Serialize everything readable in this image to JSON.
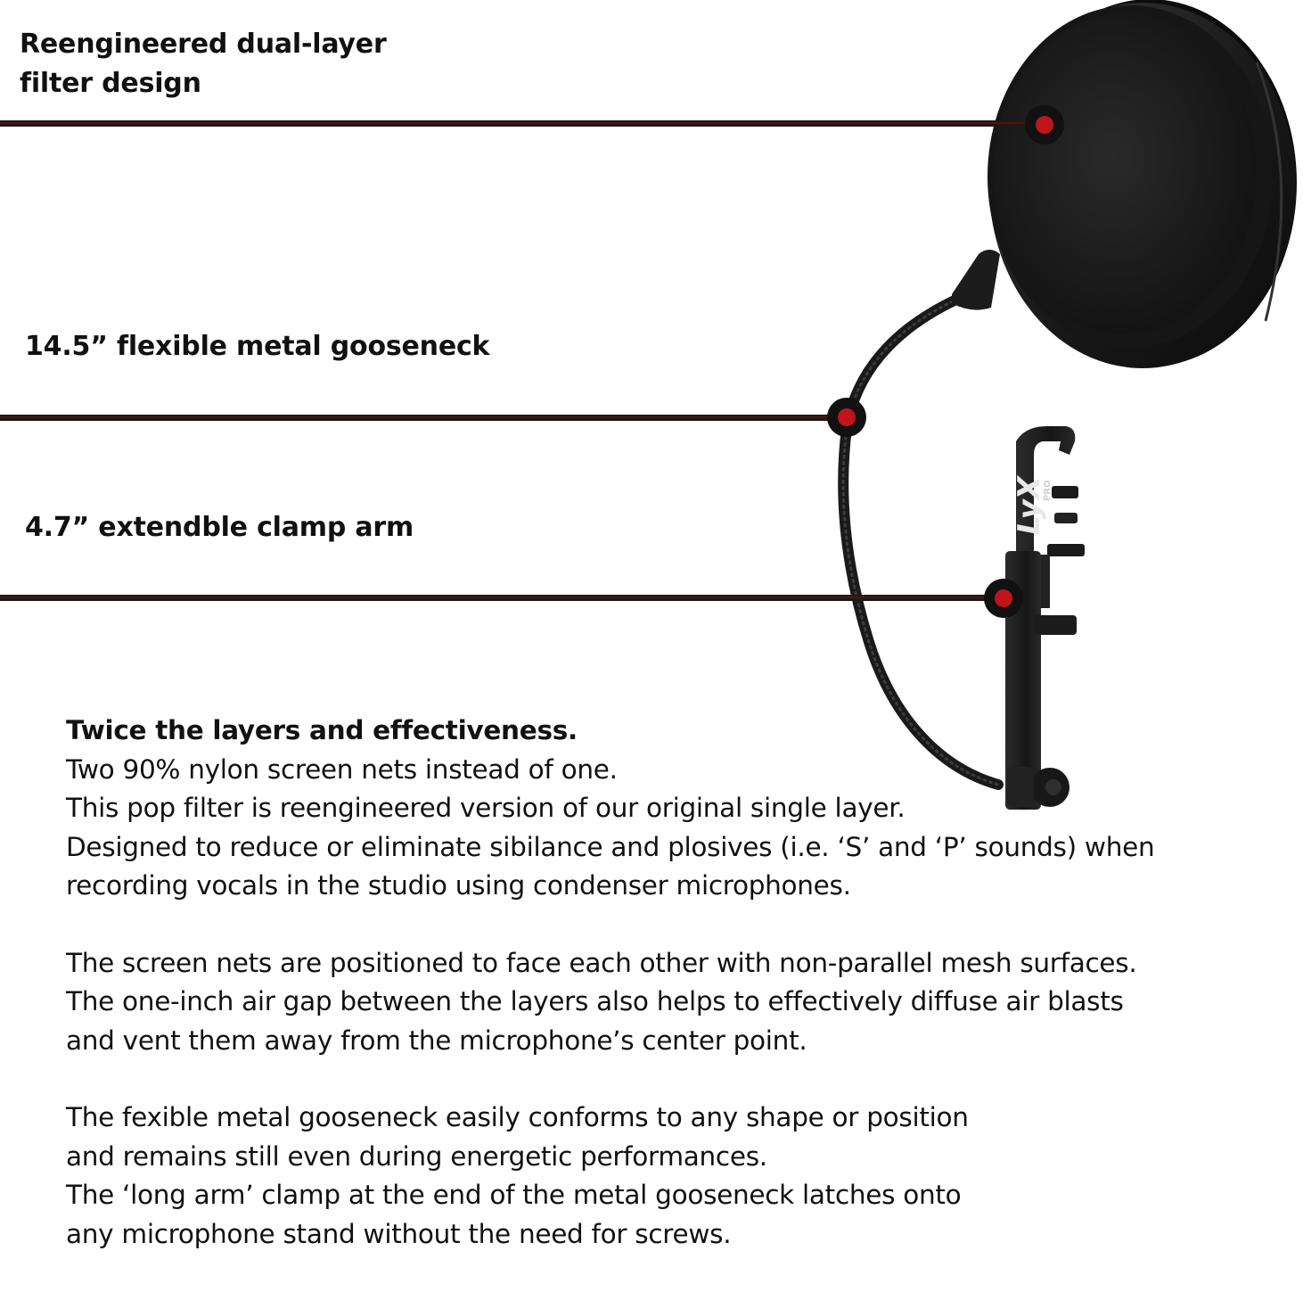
{
  "features": [
    {
      "id": "filter",
      "lines": [
        "Reengineered dual-layer",
        "filter design"
      ]
    },
    {
      "id": "gooseneck",
      "lines": [
        "14.5” flexible metal gooseneck"
      ]
    },
    {
      "id": "clamp",
      "lines": [
        "4.7” extendble clamp arm"
      ]
    }
  ],
  "brand": {
    "logo_text": "LyX",
    "logo_subtext": "PRO"
  },
  "colors": {
    "callout_line": "#1a1a1a",
    "callout_dot_fill": "#c0141b",
    "callout_dot_ring": "#111111",
    "product_black": "#1c1c1c"
  },
  "description": {
    "paragraphs": [
      {
        "heading": "Twice the layers and effectiveness.",
        "lines": [
          "Two 90% nylon screen nets instead of one.",
          "This pop filter is reengineered version of our original single layer.",
          "Designed to reduce or eliminate sibilance and plosives (i.e. ‘S’ and ‘P’ sounds) when",
          "recording vocals in the studio using condenser microphones."
        ]
      },
      {
        "lines": [
          "The screen nets are positioned to face each other with non-parallel mesh surfaces.",
          "The one-inch air gap between the layers also helps to effectively diffuse air blasts",
          "and vent them away from the microphone’s center point."
        ]
      },
      {
        "lines": [
          "The fexible metal gooseneck easily conforms to any shape or position",
          "and remains still even during energetic performances.",
          "The ‘long arm’ clamp at the end of the metal gooseneck latches onto",
          "any microphone stand without the need for screws."
        ]
      }
    ]
  }
}
